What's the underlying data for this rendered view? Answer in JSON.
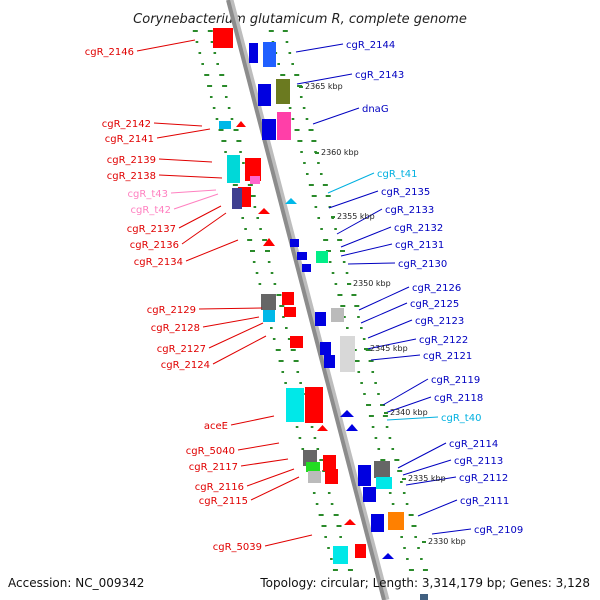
{
  "title": "Corynebacterium glutamicum R, complete genome",
  "footer": {
    "accession": "Accession: NC_009342",
    "summary": "Topology: circular; Length: 3,314,179 bp; Genes: 3,128"
  },
  "colors": {
    "left_label": "#e00000",
    "right_label": "#0000c0",
    "trna_left": "#ff80c0",
    "trna_right": "#00b0e0",
    "backbone": "#8c8c8c",
    "tick": "#2a8a2a"
  },
  "ruler_labels": [
    "2365 kbp",
    "2360 kbp",
    "2355 kbp",
    "2350 kbp",
    "2345 kbp",
    "2340 kbp",
    "2335 kbp",
    "2330 kbp"
  ],
  "left_genes": [
    "cgR_2146",
    "cgR_2142",
    "cgR_2141",
    "cgR_2139",
    "cgR_2138",
    "cgR_t43",
    "cgR_t42",
    "cgR_2137",
    "cgR_2136",
    "cgR_2134",
    "cgR_2129",
    "cgR_2128",
    "cgR_2127",
    "cgR_2124",
    "aceE",
    "cgR_5040",
    "cgR_2117",
    "cgR_2116",
    "cgR_2115",
    "cgR_5039"
  ],
  "right_genes": [
    "cgR_2144",
    "cgR_2143",
    "dnaG",
    "cgR_t41",
    "cgR_2135",
    "cgR_2133",
    "cgR_2132",
    "cgR_2131",
    "cgR_2130",
    "cgR_2126",
    "cgR_2125",
    "cgR_2123",
    "cgR_2122",
    "cgR_2121",
    "cgR_2119",
    "cgR_2118",
    "cgR_t40",
    "cgR_2114",
    "cgR_2113",
    "cgR_2112",
    "cgR_2111",
    "cgR_2109"
  ]
}
